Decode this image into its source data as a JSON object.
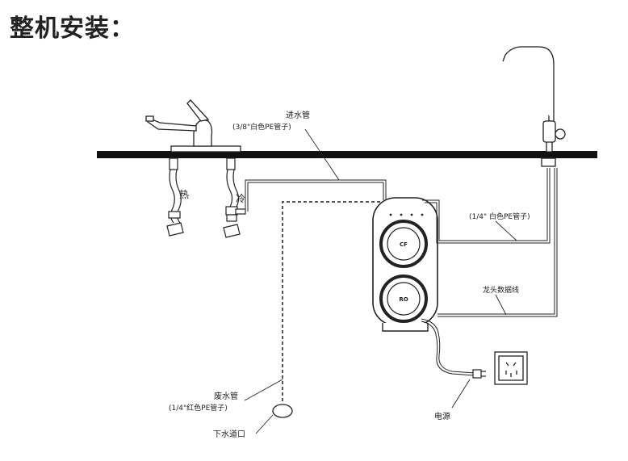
{
  "title": "整机安装：",
  "labels": {
    "inlet_pipe": "进水管",
    "inlet_pipe_spec": "(3/8\"白色PE管子)",
    "hot": "热",
    "cold": "冷",
    "outlet_pipe_spec": "(1/4\" 白色PE管子)",
    "faucet_cable": "龙头数据线",
    "waste_pipe": "废水管",
    "waste_pipe_spec": "(1/4\"红色PE管子)",
    "drain": "下水道口",
    "power": "电源",
    "module_cf": "CF",
    "module_ro": "RO"
  }
}
